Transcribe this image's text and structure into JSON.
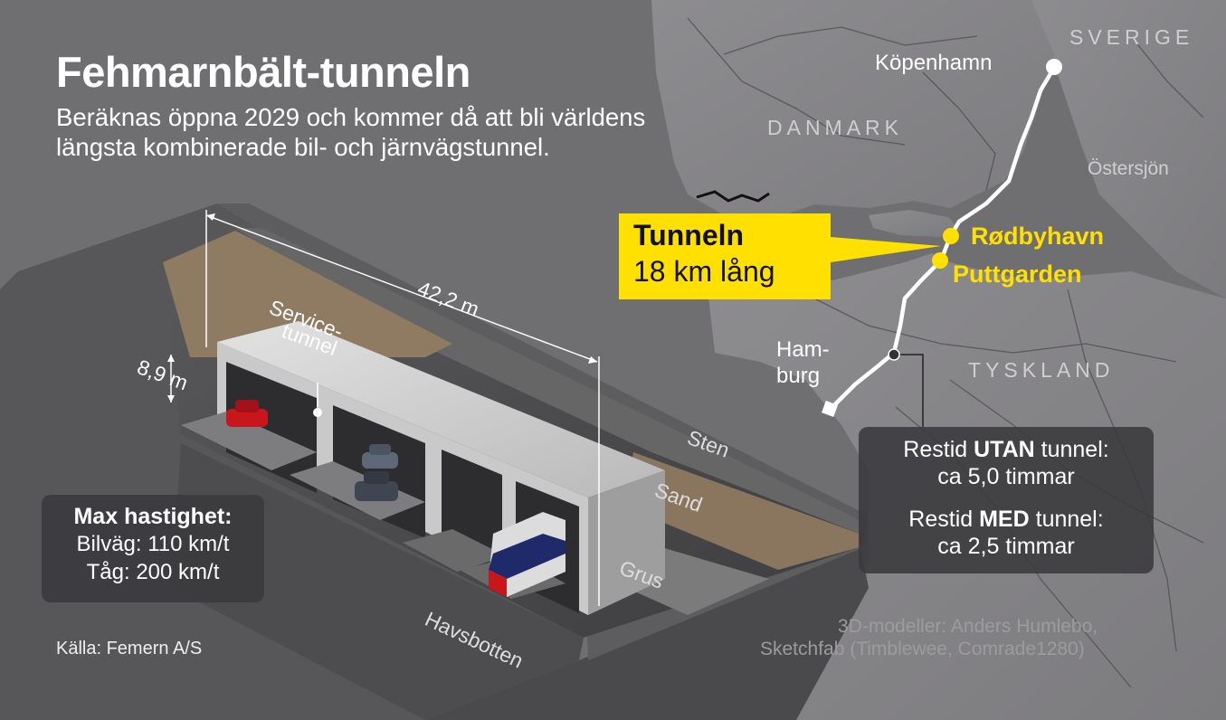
{
  "title": "Fehmarnbält-tunneln",
  "subtitle": "Beräknas öppna 2029 och kommer då att bli världens längsta kombinerade bil- och järnvägstunnel.",
  "map": {
    "countries": [
      "SVERIGE",
      "DANMARK",
      "TYSKLAND"
    ],
    "sea": "Östersjön",
    "cities": [
      "Köpenhamn",
      "Hamburg"
    ],
    "tunnel_ends": [
      "Rødbyhavn",
      "Puttgarden"
    ]
  },
  "callout": {
    "line1": "Tunneln",
    "line2": "18 km lång"
  },
  "dimensions": {
    "width": "42,2 m",
    "height": "8,9 m"
  },
  "labels": {
    "service_tunnel": [
      "Service-",
      "tunnel"
    ],
    "layers": [
      "Sten",
      "Sand",
      "Grus",
      "Havsbotten"
    ]
  },
  "speed": {
    "heading": "Max hastighet:",
    "road": "Bilväg: 110 km/t",
    "rail": "Tåg: 200 km/t"
  },
  "travel": {
    "without_pre": "Restid ",
    "without_bold": "UTAN",
    "without_post": " tunnel:",
    "without_value": "ca 5,0 timmar",
    "with_pre": "Restid ",
    "with_bold": "MED",
    "with_post": " tunnel:",
    "with_value": "ca 2,5 timmar"
  },
  "source": "Källa: Femern A/S",
  "credits": [
    "3D-modeller: Anders Humlebo,",
    "Sketchfab (Timblewee, Comrade1280)"
  ],
  "colors": {
    "accent": "#ffe000",
    "background": "#6f6e71",
    "land": "#8a898c"
  }
}
